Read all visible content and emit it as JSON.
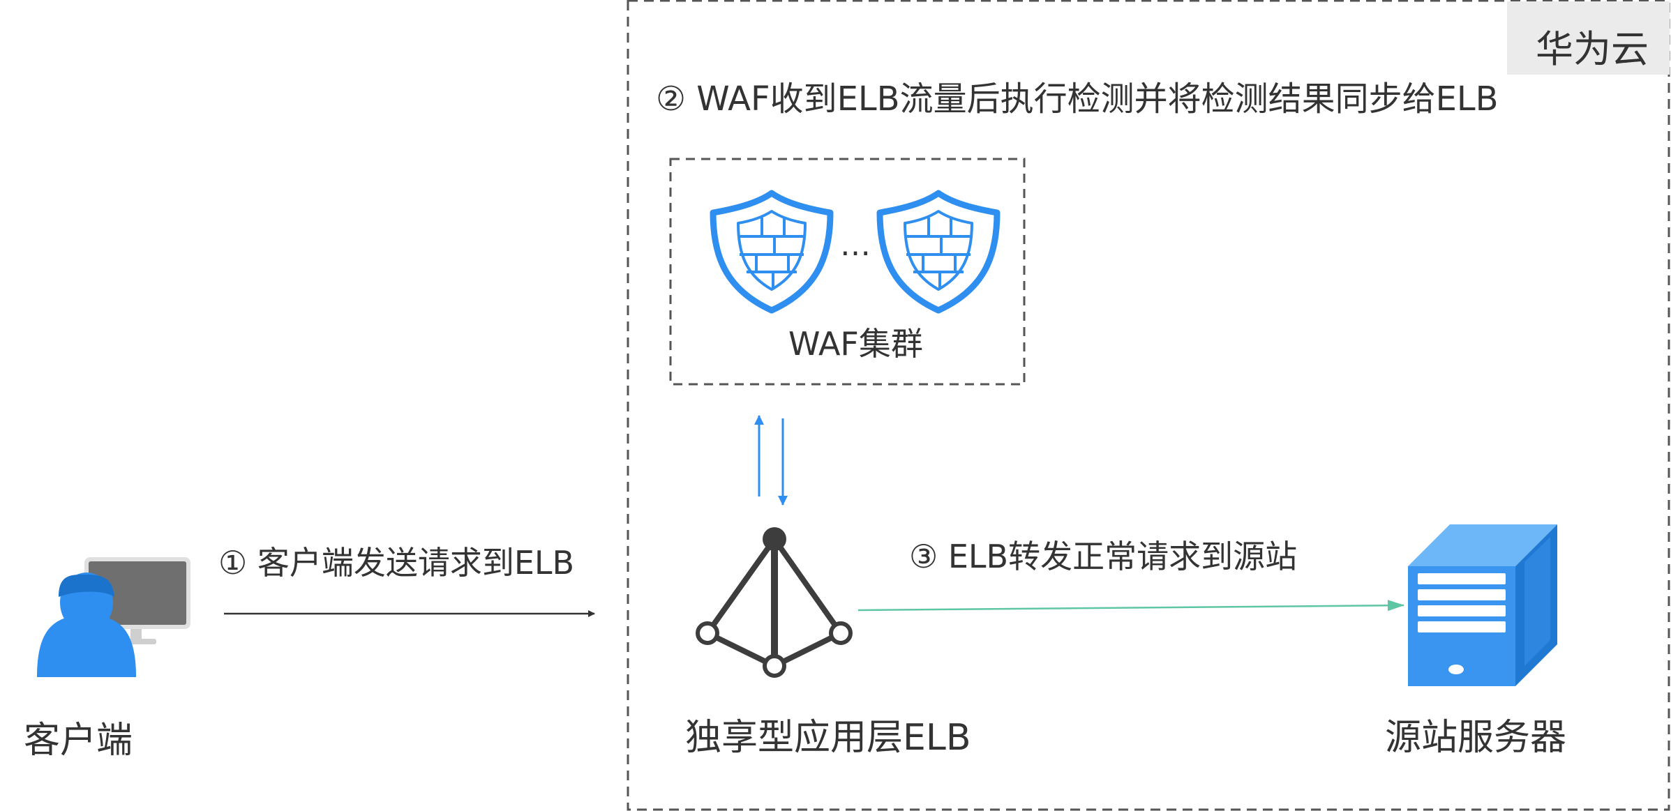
{
  "cloud": {
    "label": "华为云"
  },
  "steps": [
    {
      "text": "② WAF收到ELB流量后执行检测并将检测结果同步给ELB"
    },
    {
      "text": "① 客户端发送请求到ELB"
    },
    {
      "text": "③ ELB转发正常请求到源站"
    }
  ],
  "waf_cluster": {
    "label": "WAF集群",
    "ellipsis": "…"
  },
  "nodes": {
    "client": "客户端",
    "elb": "独享型应用层ELB",
    "origin": "源站服务器"
  },
  "colors": {
    "blue": "#2f8ff0",
    "green": "#5fc6a4",
    "dark": "#333333",
    "badge_bg": "#ebebeb"
  },
  "icons": [
    "user-computer-icon",
    "shield-icon",
    "elb-icon",
    "server-icon"
  ]
}
